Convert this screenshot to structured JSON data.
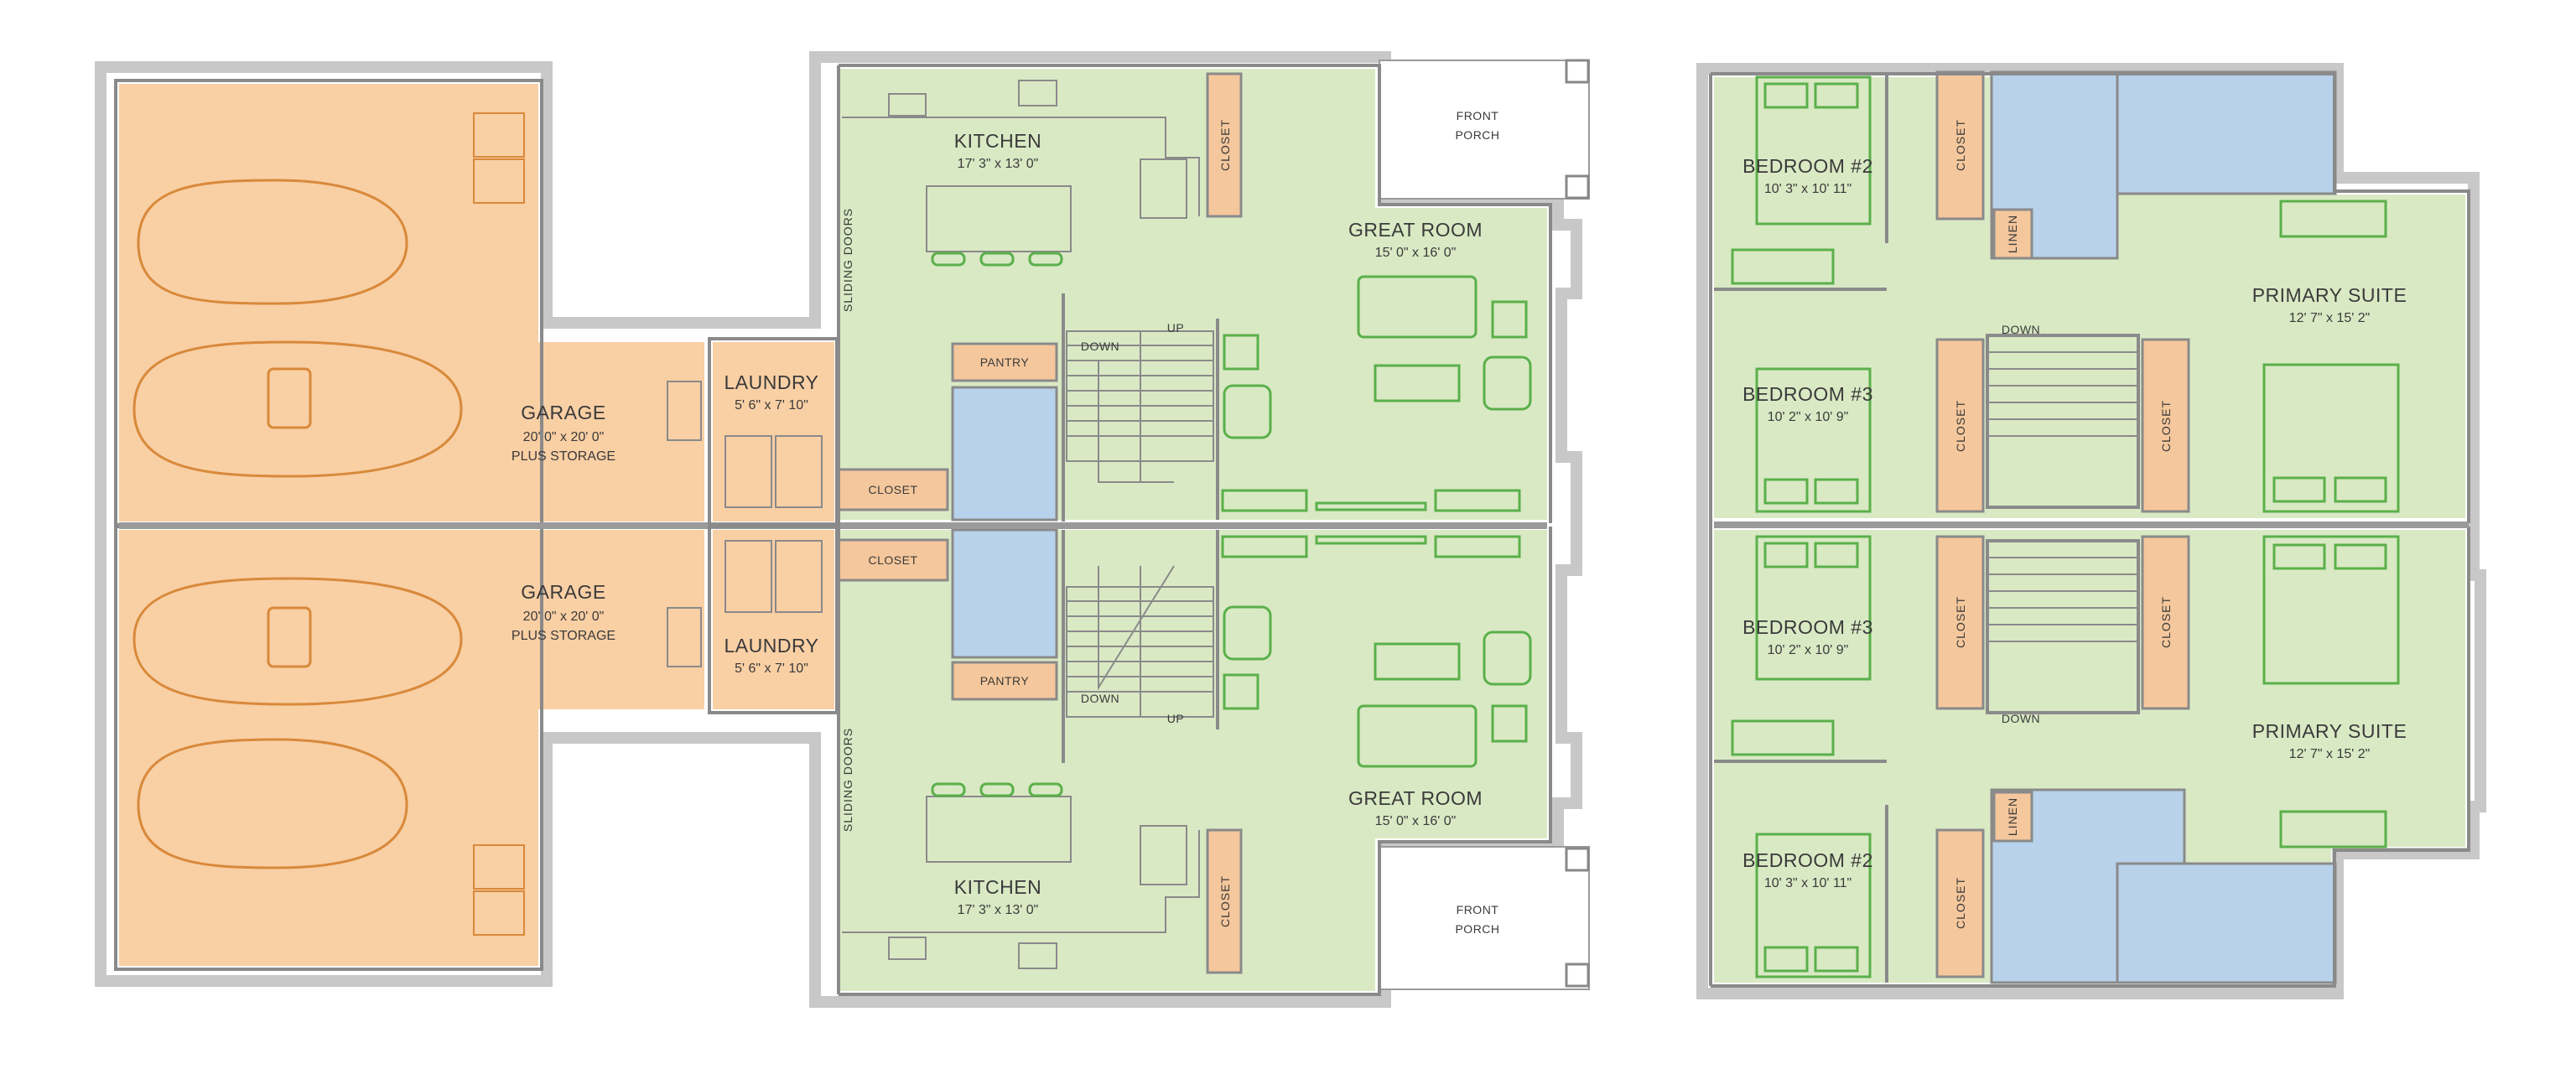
{
  "colors": {
    "garage": "#f9cfa4",
    "living": "#d9e9c4",
    "bath": "#b7d2ea",
    "closet": "#f5c79c",
    "wall": "#8a8a8a",
    "outer_wall": "#c8c8c8",
    "car": "#d8893a",
    "furniture": "#5ab04a"
  },
  "ground": {
    "garage_top": {
      "name": "GARAGE",
      "dims": "20' 0\" x 20' 0\"",
      "note": "PLUS STORAGE"
    },
    "garage_bottom": {
      "name": "GARAGE",
      "dims": "20' 0\" x 20' 0\"",
      "note": "PLUS STORAGE"
    },
    "laundry_top": {
      "name": "LAUNDRY",
      "dims": "5' 6\" x 7' 10\""
    },
    "laundry_bottom": {
      "name": "LAUNDRY",
      "dims": "5' 6\" x 7' 10\""
    },
    "kitchen_top": {
      "name": "KITCHEN",
      "dims": "17' 3\" x 13' 0\""
    },
    "kitchen_bottom": {
      "name": "KITCHEN",
      "dims": "17' 3\" x 13' 0\""
    },
    "great_room_top": {
      "name": "GREAT ROOM",
      "dims": "15' 0\" x 16' 0\""
    },
    "great_room_bottom": {
      "name": "GREAT ROOM",
      "dims": "15' 0\" x 16' 0\""
    },
    "porch_top": {
      "line1": "FRONT",
      "line2": "PORCH"
    },
    "porch_bottom": {
      "line1": "FRONT",
      "line2": "PORCH"
    },
    "pantry_top": "PANTRY",
    "pantry_bottom": "PANTRY",
    "closet_top": "CLOSET",
    "closet_bottom": "CLOSET",
    "kitchen_closet_top": "CLOSET",
    "kitchen_closet_bottom": "CLOSET",
    "sliding_top": "SLIDING DOORS",
    "sliding_bottom": "SLIDING DOORS",
    "stair_down_top": "DOWN",
    "stair_up_top": "UP",
    "stair_down_bottom": "DOWN",
    "stair_up_bottom": "UP"
  },
  "upper": {
    "bed2_top": {
      "name": "BEDROOM #2",
      "dims": "10' 3\" x 10' 11\""
    },
    "bed3_top": {
      "name": "BEDROOM #3",
      "dims": "10' 2\" x 10' 9\""
    },
    "bed3_bottom": {
      "name": "BEDROOM #3",
      "dims": "10' 2\" x 10' 9\""
    },
    "bed2_bottom": {
      "name": "BEDROOM #2",
      "dims": "10' 3\" x 10' 11\""
    },
    "primary_top": {
      "name": "PRIMARY SUITE",
      "dims": "12' 7\" x 15' 2\""
    },
    "primary_bottom": {
      "name": "PRIMARY SUITE",
      "dims": "12' 7\" x 15' 2\""
    },
    "closet_label": "CLOSET",
    "linen_label": "LINEN",
    "stair_top": "DOWN",
    "stair_bottom": "DOWN"
  }
}
